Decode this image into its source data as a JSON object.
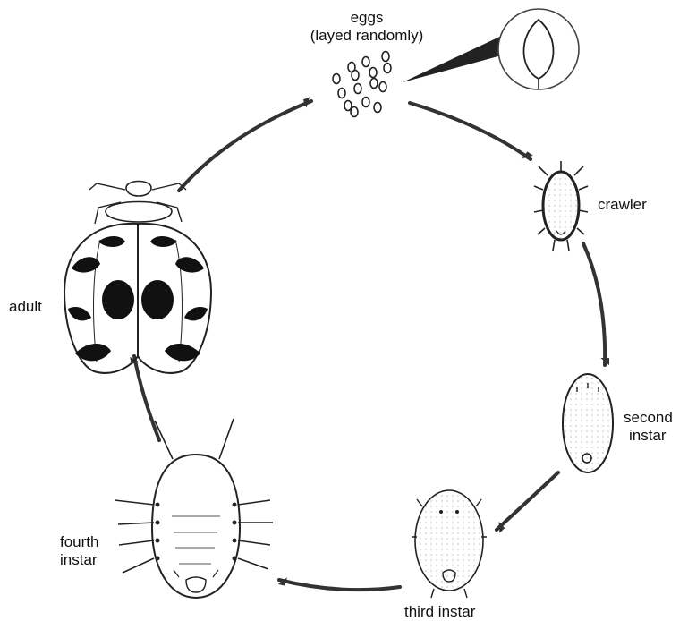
{
  "stages": {
    "eggs": "eggs",
    "eggs_note": "(layed randomly)",
    "crawler": "crawler",
    "second_line1": "second",
    "second_line2": "instar",
    "third": "third instar",
    "fourth_line1": "fourth",
    "fourth_line2": "instar",
    "adult": "adult"
  },
  "colors": {
    "ink": "#111111",
    "arrow": "#333333"
  }
}
